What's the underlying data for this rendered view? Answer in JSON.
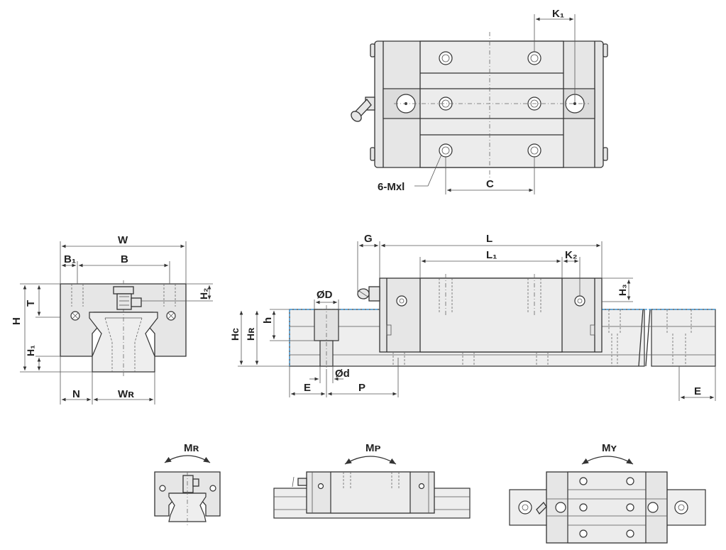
{
  "labels": {
    "k1": "K₁",
    "c": "C",
    "holes": "6-Mxl",
    "w": "W",
    "b1": "B₁",
    "b": "B",
    "h": "H",
    "t": "T",
    "h2": "H₂",
    "h1": "H₁",
    "n": "N",
    "wr": "Wʀ",
    "g": "G",
    "l": "L",
    "l1": "L₁",
    "k2": "K₂",
    "h3": "H₃",
    "od": "ØD",
    "small_h": "h",
    "hc": "Hᴄ",
    "hr": "Hʀ",
    "e": "E",
    "p": "P",
    "osd": "Ød",
    "e_right": "E",
    "mr": "Mʀ",
    "mp": "Mᴘ",
    "my": "Mʏ"
  }
}
